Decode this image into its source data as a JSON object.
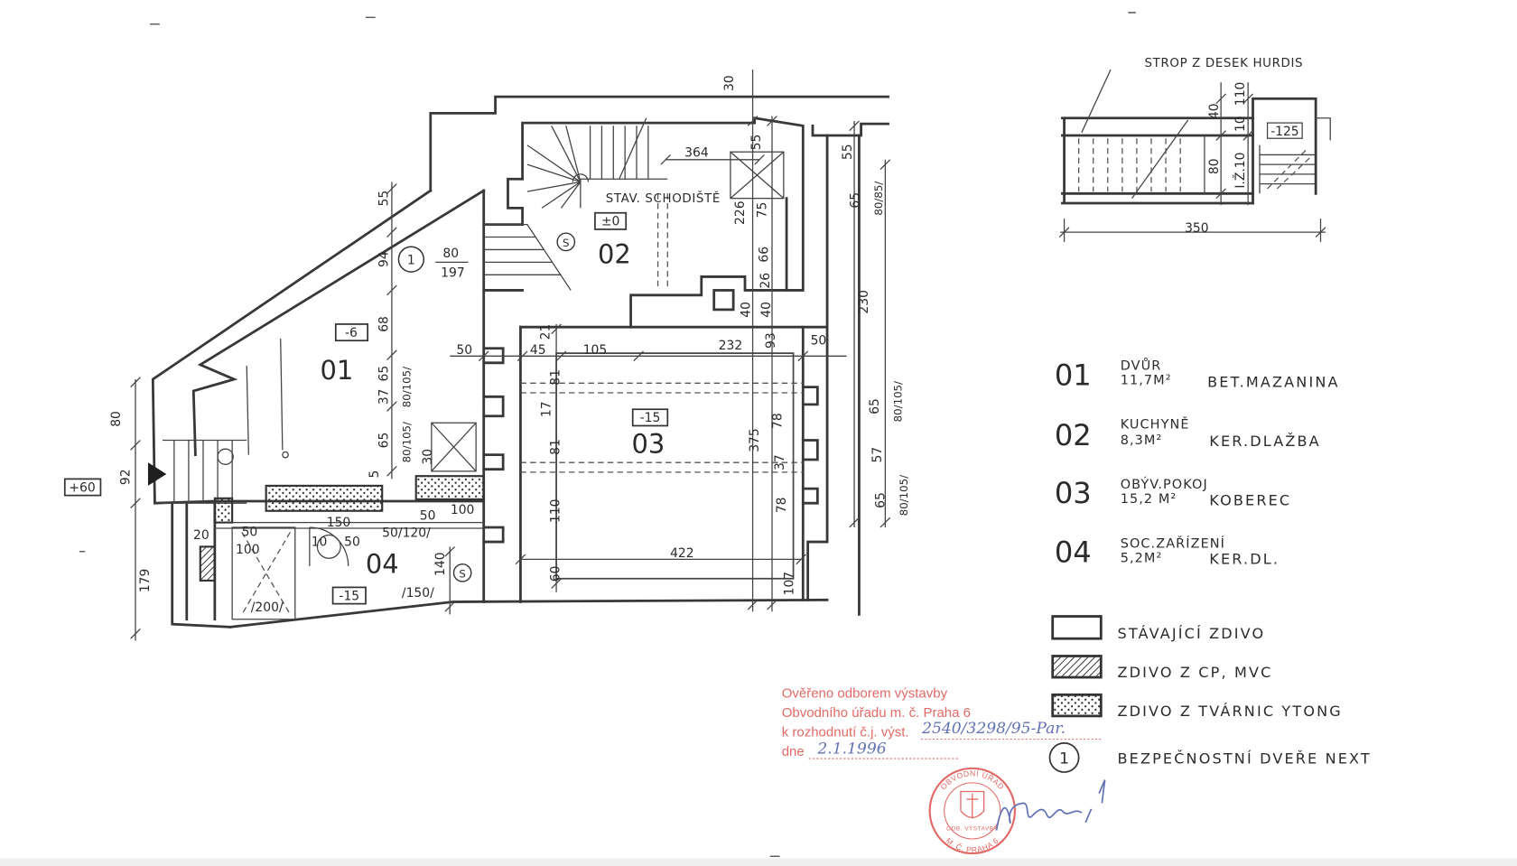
{
  "colors": {
    "ink": "#2b2b2b",
    "stamp_red": "#e26a66",
    "pen_blue": "#6272b3"
  },
  "inset": {
    "caption": "STROP Z DESEK HURDIS",
    "dims": [
      "40",
      "110",
      "10",
      "80",
      "I.Ž.10"
    ],
    "level": "-125",
    "width": "350"
  },
  "plan": {
    "rooms": {
      "r01": "01",
      "r02": "02",
      "r03": "03",
      "r04": "04"
    },
    "levels": {
      "r01": "-6",
      "r02": "±0",
      "r03": "-15",
      "r04": "-15",
      "entrance": "+60"
    },
    "stair_note": "STAV. SCHODIŠTĚ",
    "door": {
      "mark": "1",
      "width": "80",
      "height": "197"
    },
    "cleanout_marks": [
      "S",
      "S"
    ],
    "dims": [
      "30",
      "364",
      "55",
      "226",
      "75",
      "66",
      "26",
      "40",
      "40",
      "93",
      "55",
      "94",
      "68",
      "65",
      "37",
      "65",
      "80/105/",
      "80/105/",
      "5",
      "30",
      "50",
      "45",
      "105",
      "232",
      "50",
      "21",
      "81",
      "17",
      "81",
      "110",
      "60",
      "422",
      "375",
      "78",
      "37",
      "78",
      "107",
      "55",
      "65",
      "80/85/",
      "230",
      "65",
      "80/105/",
      "57",
      "65",
      "80/105/",
      "80",
      "92",
      "179",
      "20",
      "50",
      "100",
      "150",
      "10",
      "50",
      "50/120/",
      "50",
      "100",
      "/150/",
      "/200/",
      "140"
    ]
  },
  "legend": {
    "rooms": [
      {
        "number": "01",
        "name": "DVŮR",
        "area": "11,7M²",
        "finish": "BET.MAZANINA"
      },
      {
        "number": "02",
        "name": "KUCHYNĚ",
        "area": "8,3M²",
        "finish": "KER.DLAŽBA"
      },
      {
        "number": "03",
        "name": "OBÝV.POKOJ",
        "area": "15,2 M²",
        "finish": "KOBEREC"
      },
      {
        "number": "04",
        "name": "SOC.ZAŘÍZENÍ",
        "area": "5,2M²",
        "finish": "KER.DL."
      }
    ],
    "materials": [
      "STÁVAJÍCÍ ZDIVO",
      "ZDIVO Z CP, MVC",
      "ZDIVO Z TVÁRNIC YTONG"
    ],
    "door": {
      "mark": "1",
      "label": "BEZPEČNOSTNÍ DVEŘE NEXT"
    }
  },
  "stamp": {
    "lines": [
      "Ověřeno odborem výstavby",
      "Obvodního úřadu m. č. Praha 6",
      "k rozhodnutí č.j. výst.",
      "dne"
    ],
    "ref_number": "2540/3298/95-Par.",
    "date": "2.1.1996",
    "seal_top": "OBVODNÍ ÚŘAD",
    "seal_middle": "ODB. VÝSTAVBY",
    "seal_bottom": "M. Č. PRAHA 6"
  }
}
